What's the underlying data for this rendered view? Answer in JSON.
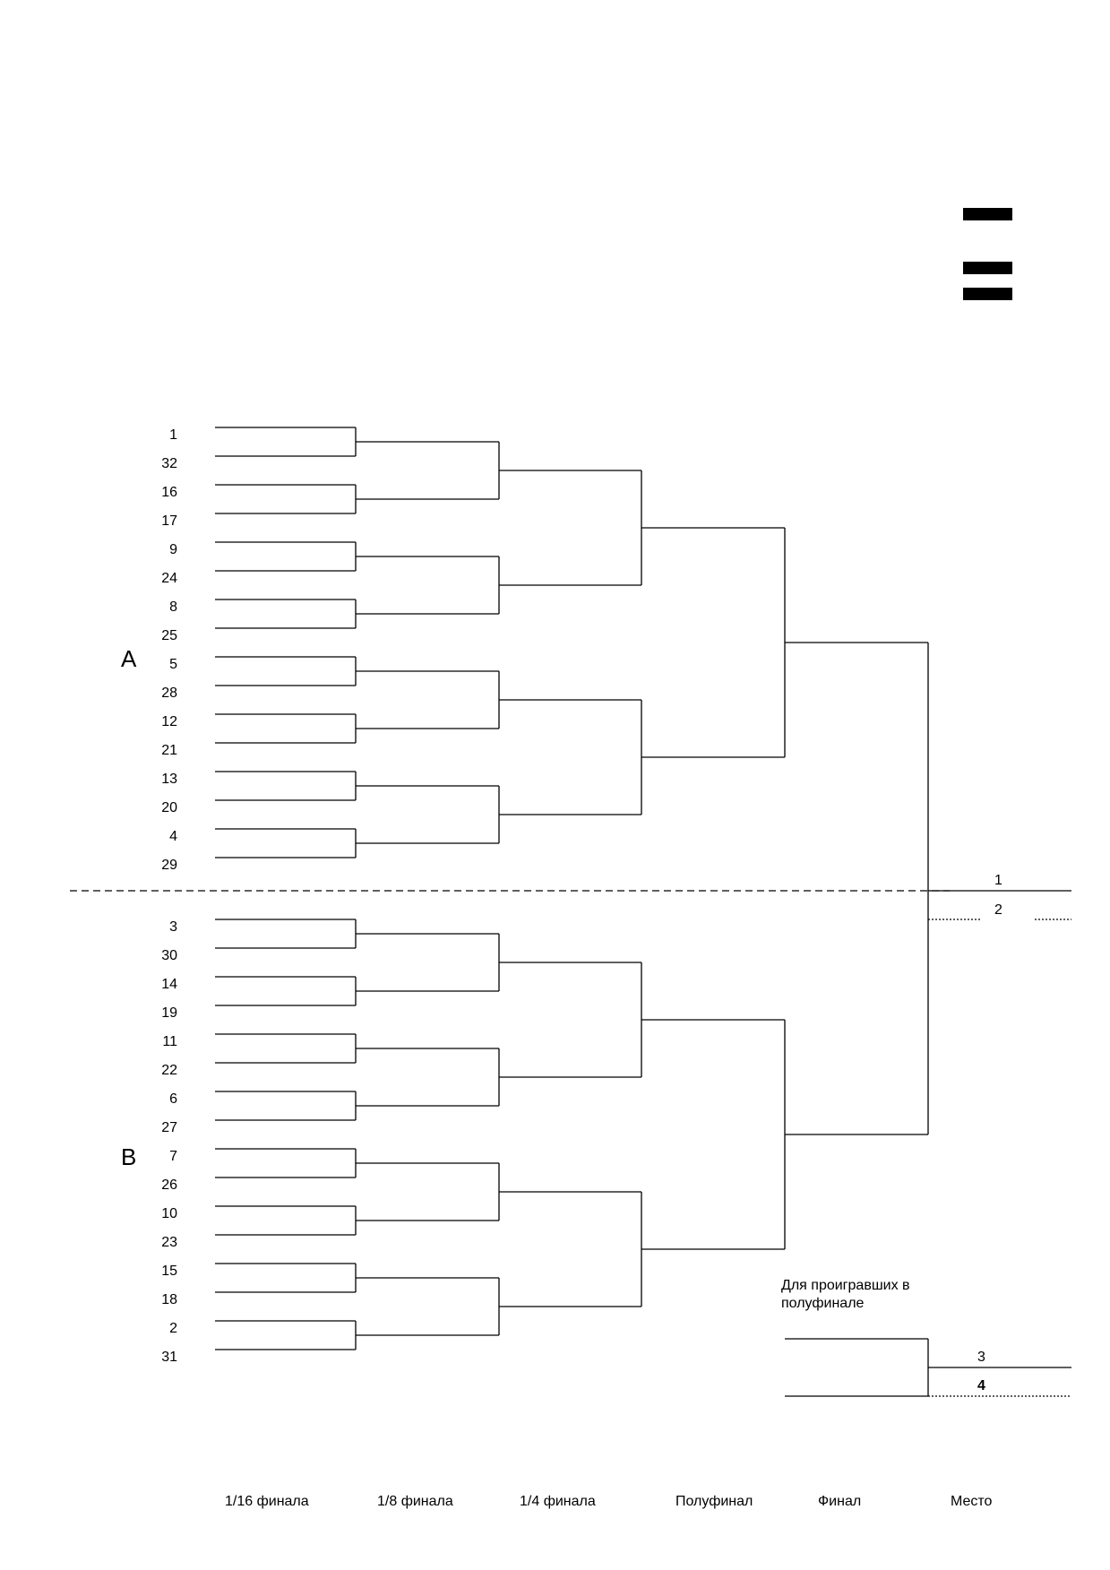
{
  "logo_marks": [
    "bar",
    "bar",
    "bar"
  ],
  "groups": [
    "A",
    "B"
  ],
  "seeds": [
    "1",
    "32",
    "16",
    "17",
    "9",
    "24",
    "8",
    "25",
    "5",
    "28",
    "12",
    "21",
    "13",
    "20",
    "4",
    "29",
    "3",
    "30",
    "14",
    "19",
    "11",
    "22",
    "6",
    "27",
    "7",
    "26",
    "10",
    "23",
    "15",
    "18",
    "2",
    "31"
  ],
  "places": {
    "first": "1",
    "second": "2",
    "third": "3",
    "fourth": "4"
  },
  "third_place_label_line1": "Для проигравших в",
  "third_place_label_line2": "полуфинале",
  "columns": [
    "1/16 финала",
    "1/8 финала",
    "1/4 финала",
    "Полуфинал",
    "Финал",
    "Место"
  ]
}
